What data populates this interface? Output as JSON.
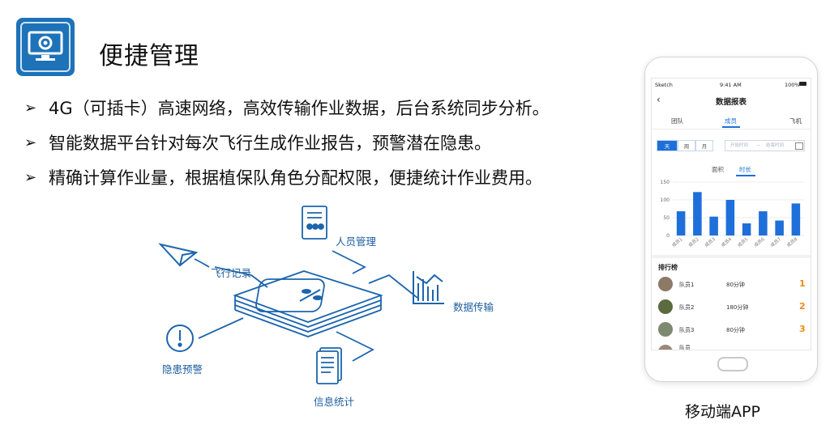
{
  "page": {
    "title": "便捷管理",
    "bullets": [
      "4G（可插卡）高速网络，高效传输作业数据，后台系统同步分析。",
      "智能数据平台针对每次飞行生成作业报告，预警潜在隐患。",
      "精确计算作业量，根据植保队角色分配权限，便捷统计作业费用。"
    ],
    "bullet_marker": "➢",
    "logo_icon": "monitor-icon",
    "accent_color": "#1d72b8"
  },
  "diagram": {
    "labels": {
      "personnel": "人员管理",
      "flight_record": "飞行记录",
      "data_transfer": "数据传输",
      "hazard_warning": "隐患预警",
      "info_stats": "信息统计"
    },
    "icons": [
      "id-card-icon",
      "paper-plane-icon",
      "bar-growth-icon",
      "alert-icon",
      "document-icon",
      "plant-icon"
    ]
  },
  "phone": {
    "status": {
      "carrier": "Sketch",
      "time": "9:41 AM",
      "battery": "100%"
    },
    "nav_title": "数据报表",
    "tabs": [
      "团队",
      "成员",
      "飞机"
    ],
    "active_tab": "成员",
    "period_buttons": [
      "天",
      "周",
      "月"
    ],
    "active_period": "天",
    "date_start_placeholder": "开始时间",
    "date_end_placeholder": "结束时间",
    "date_separator": "—",
    "subtabs": [
      "面积",
      "时长"
    ],
    "active_subtab": "时长",
    "ranking_title": "排行榜",
    "ranking": [
      {
        "name": "队员1",
        "time": "80分钟",
        "rank": "1"
      },
      {
        "name": "队员2",
        "time": "180分钟",
        "rank": "2"
      },
      {
        "name": "队员3",
        "time": "80分钟",
        "rank": "3"
      }
    ],
    "ranking_partial_name": "队员"
  },
  "chart_data": {
    "type": "bar",
    "categories": [
      "成员1",
      "成员2",
      "成员3",
      "成员4",
      "成员5",
      "成员6",
      "成员7",
      "成员8"
    ],
    "values": [
      68,
      122,
      53,
      100,
      34,
      68,
      42,
      90
    ],
    "yticks": [
      0,
      50,
      100,
      150
    ],
    "ylim": [
      0,
      150
    ],
    "bar_color": "#1e6fd9",
    "grid": true
  },
  "caption": "移动端APP"
}
